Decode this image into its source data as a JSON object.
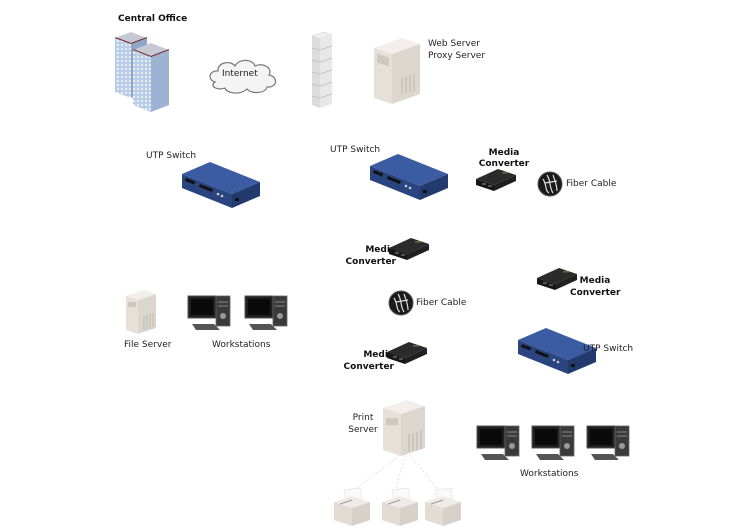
{
  "diagram": {
    "central_office": {
      "label": "Central Office"
    },
    "internet": {
      "label": "Internet"
    },
    "firewall": {
      "label": ""
    },
    "web_server": {
      "label_line1": "Web Server",
      "label_line2": "Proxy Server"
    },
    "switches": [
      {
        "id": "switch-left",
        "label": "UTP Switch"
      },
      {
        "id": "switch-center",
        "label": "UTP Switch"
      },
      {
        "id": "switch-right",
        "label": "UTP Switch"
      }
    ],
    "media_converters": [
      {
        "id": "mc-top-right",
        "line1": "Media",
        "line2": "Converter"
      },
      {
        "id": "mc-center-upper",
        "line1": "Media",
        "line2": "Converter"
      },
      {
        "id": "mc-right-middle",
        "line1": "Media",
        "line2": "Converter"
      },
      {
        "id": "mc-center-lower",
        "line1": "Media",
        "line2": "Converter"
      }
    ],
    "fiber_cables": [
      {
        "id": "fiber-top",
        "label": "Fiber Cable"
      },
      {
        "id": "fiber-center",
        "label": "Fiber Cable"
      }
    ],
    "file_server": {
      "label": "File Server"
    },
    "workstations_left": {
      "label": "Workstations",
      "count": 2
    },
    "print_server": {
      "line1": "Print",
      "line2": "Server"
    },
    "printers": {
      "count": 3
    },
    "workstations_right": {
      "label": "Workstations",
      "count": 3
    },
    "colors": {
      "switch_blue": "#2f4d8f",
      "converter_black": "#1c1c1c",
      "server_beige": "#ece6df",
      "building_blue": "#a9bfdc",
      "roof_red": "#7a1c24"
    }
  }
}
